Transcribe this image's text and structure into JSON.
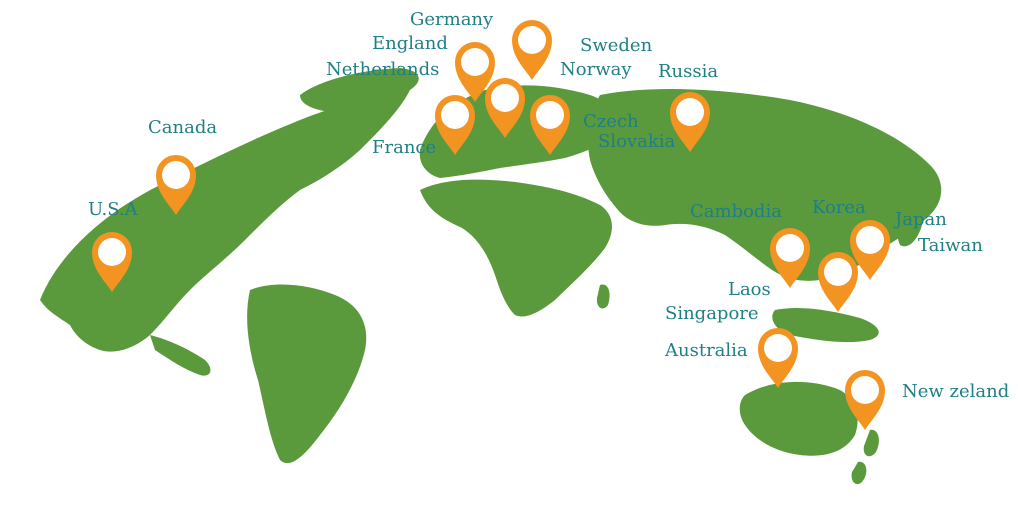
{
  "map": {
    "land_color": "#5a9a3c",
    "pin_color": "#f39321",
    "label_color": "#1f7f86",
    "labels": {
      "germany": "Germany",
      "england": "England",
      "netherlands": "Netherlands",
      "sweden": "Sweden",
      "norway": "Norway",
      "russia": "Russia",
      "canada": "Canada",
      "usa": "U.S.A",
      "france": "France",
      "czech": "Czech",
      "slovakia": "Slovakia",
      "cambodia": "Cambodia",
      "korea": "Korea",
      "japan": "Japan",
      "taiwan": "Taiwan",
      "laos": "Laos",
      "singapore": "Singapore",
      "australia": "Australia",
      "new_zeland": "New zeland"
    }
  }
}
